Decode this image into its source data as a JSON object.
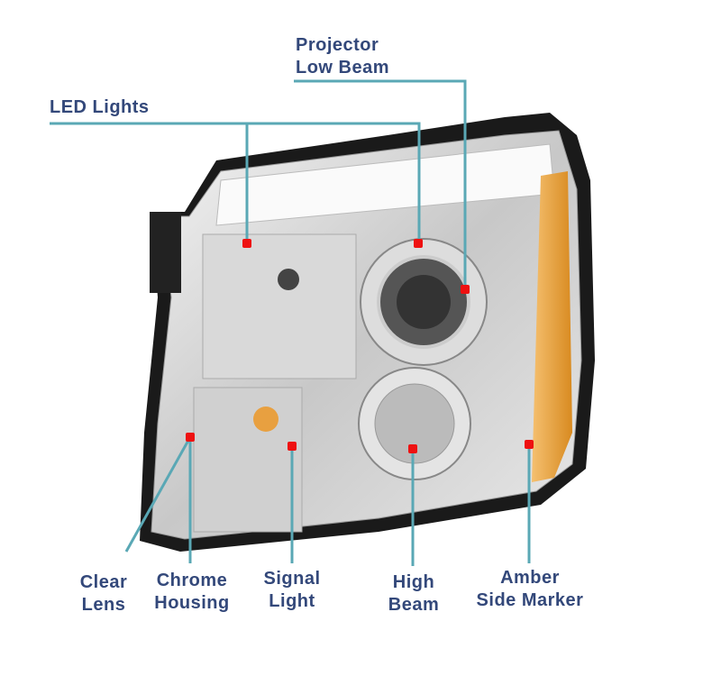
{
  "labels": {
    "led_lights": "LED Lights",
    "projector_low_beam": [
      "Projector",
      "Low Beam"
    ],
    "clear_lens": [
      "Clear",
      "Lens"
    ],
    "chrome_housing": [
      "Chrome",
      "Housing"
    ],
    "signal_light": [
      "Signal",
      "Light"
    ],
    "high_beam": [
      "High",
      "Beam"
    ],
    "amber_side_marker": [
      "Amber",
      "Side Marker"
    ]
  },
  "colors": {
    "label": "#33487a",
    "leader_line": "#5aa8b5",
    "marker_dot": "#ee1111",
    "amber": "#e8a040"
  }
}
